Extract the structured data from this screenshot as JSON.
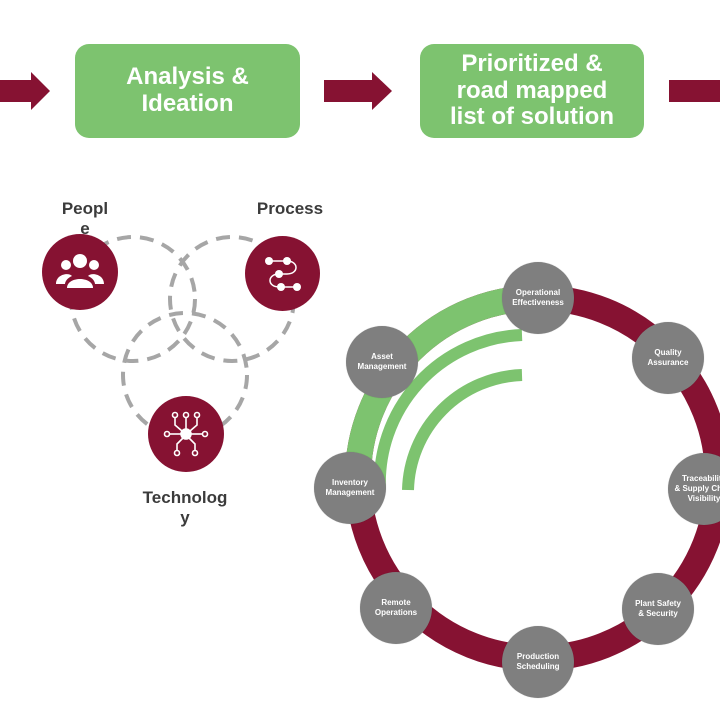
{
  "flow": {
    "steps": [
      {
        "label": "Analysis &\nIdeation"
      },
      {
        "label": "Prioritized &\nroad mapped\nlist of  solution"
      }
    ],
    "colors": {
      "step_fill": "#7dc36f",
      "arrow": "#861232"
    }
  },
  "venn": {
    "people": {
      "label": "Peopl\ne"
    },
    "process": {
      "label": "Process"
    },
    "technology": {
      "label": "Technolog\ny"
    },
    "colors": {
      "circle_fill": "#861232",
      "dash": "#a6a6a6"
    }
  },
  "wheel": {
    "nodes": [
      {
        "label": "Operational\nEffectiveness"
      },
      {
        "label": "Quality\nAssurance"
      },
      {
        "label": "Traceability\n& Supply Chain\nVisibility"
      },
      {
        "label": "Plant Safety\n& Security"
      },
      {
        "label": "Production\nScheduling"
      },
      {
        "label": "Remote\nOperations"
      },
      {
        "label": "Inventory\nManagement"
      },
      {
        "label": "Asset\nManagement"
      }
    ],
    "colors": {
      "ring": "#861232",
      "arcs": "#7dc36f",
      "node_fill": "#7f7f7f"
    }
  }
}
